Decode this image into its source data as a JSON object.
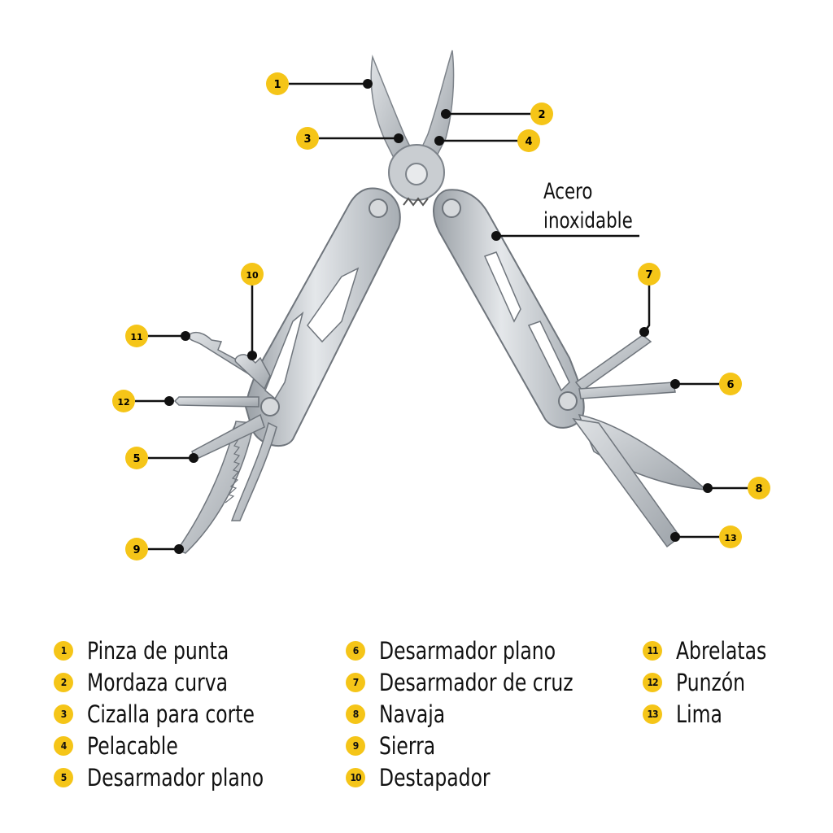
{
  "steel_label": {
    "line1": "Acero",
    "line2": "inoxidable"
  },
  "colors": {
    "badge": "#f5c518",
    "leader": "#111111",
    "steel": "#c2c6cb",
    "steel_dark": "#8f959c"
  },
  "callouts": [
    {
      "num": "1"
    },
    {
      "num": "2"
    },
    {
      "num": "3"
    },
    {
      "num": "4"
    },
    {
      "num": "5"
    },
    {
      "num": "6"
    },
    {
      "num": "7"
    },
    {
      "num": "8"
    },
    {
      "num": "9"
    },
    {
      "num": "10"
    },
    {
      "num": "11"
    },
    {
      "num": "12"
    },
    {
      "num": "13"
    }
  ],
  "legend": {
    "col1": [
      {
        "num": "1",
        "text": "Pinza de punta"
      },
      {
        "num": "2",
        "text": "Mordaza curva"
      },
      {
        "num": "3",
        "text": "Cizalla para corte"
      },
      {
        "num": "4",
        "text": "Pelacable"
      },
      {
        "num": "5",
        "text": "Desarmador plano"
      }
    ],
    "col2": [
      {
        "num": "6",
        "text": "Desarmador plano"
      },
      {
        "num": "7",
        "text": "Desarmador de cruz"
      },
      {
        "num": "8",
        "text": "Navaja"
      },
      {
        "num": "9",
        "text": "Sierra"
      },
      {
        "num": "10",
        "text": "Destapador"
      }
    ],
    "col3": [
      {
        "num": "11",
        "text": "Abrelatas"
      },
      {
        "num": "12",
        "text": "Punzón"
      },
      {
        "num": "13",
        "text": "Lima"
      }
    ]
  }
}
